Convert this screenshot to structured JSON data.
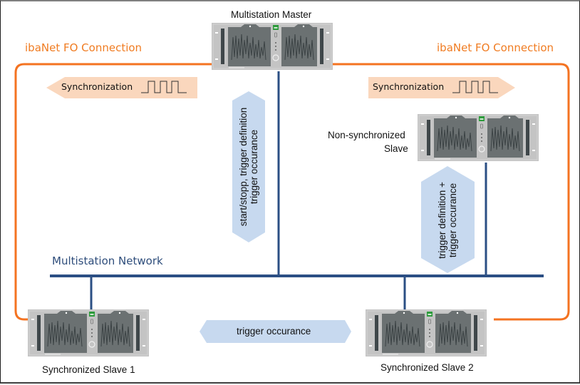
{
  "colors": {
    "fo_connection": "#f47321",
    "network": "#2b4f84",
    "sync_arrow": "#fad7bd",
    "info_arrow": "#c7d9ef",
    "device_body": "#c4c4c4",
    "device_screen": "#6b7172",
    "device_logo": "#2e9b3c"
  },
  "devices": {
    "master": {
      "label": "Multistation Master",
      "icon": "rack-recorder-icon"
    },
    "non_sync_slave": {
      "label_line1": "Non-synchronized",
      "label_line2": "Slave",
      "icon": "rack-recorder-icon"
    },
    "slave1": {
      "label": "Synchronized Slave 1",
      "icon": "rack-recorder-icon"
    },
    "slave2": {
      "label": "Synchronized Slave 2",
      "icon": "rack-recorder-icon"
    }
  },
  "connections": {
    "fo_left_label": "ibaNet FO Connection",
    "fo_right_label": "ibaNet FO Connection",
    "network_label": "Multistation Network"
  },
  "arrows": {
    "sync_left": {
      "label": "Synchronization",
      "icon": "square-wave-icon",
      "direction": "left"
    },
    "sync_right": {
      "label": "Synchronization",
      "icon": "square-wave-icon",
      "direction": "right"
    },
    "master_vertical": {
      "line1": "start/stopp, trigger definition",
      "line2": "trigger occurance",
      "direction": "up-down"
    },
    "slave_vertical": {
      "line1": "trigger definition +",
      "line2": "trigger occurance",
      "direction": "up-down"
    },
    "horizontal": {
      "label": "trigger occurance",
      "direction": "left-right"
    }
  }
}
